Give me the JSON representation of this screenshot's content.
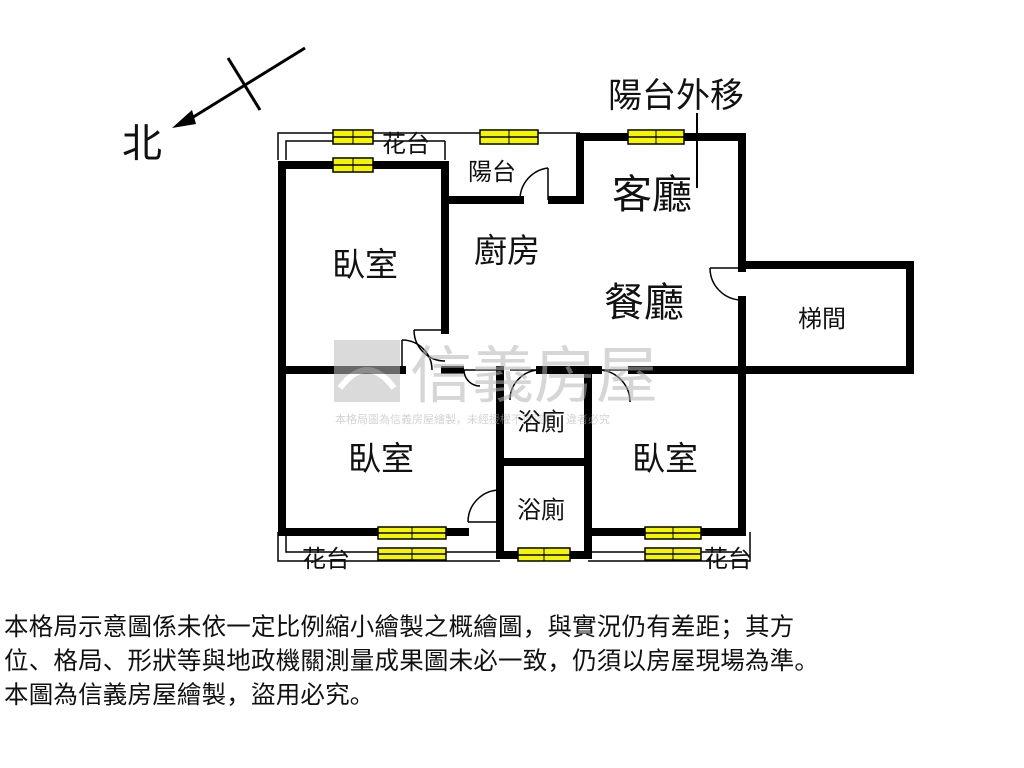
{
  "compass": {
    "label": "北"
  },
  "annotation": {
    "balcony_moved": "陽台外移"
  },
  "rooms": {
    "balcony": "陽台",
    "living": "客廳",
    "kitchen": "廚房",
    "dining": "餐廳",
    "bedroom_nw": "臥室",
    "bedroom_sw": "臥室",
    "bedroom_se": "臥室",
    "bath_upper": "浴廁",
    "bath_lower": "浴廁",
    "stairwell": "梯間"
  },
  "planters": {
    "top": "花台",
    "bottom_left": "花台",
    "bottom_right": "花台"
  },
  "watermark": {
    "brand": "信義房屋",
    "note": "本格局圖為信義房屋繪製，未經授權不得盜用，違者必究"
  },
  "disclaimer": {
    "line1": "本格局示意圖係未依一定比例縮小繪製之概繪圖，與實況仍有差距；其方",
    "line2": "位、格局、形狀等與地政機關測量成果圖未必一致，仍須以房屋現場為準。",
    "line3": "本圖為信義房屋繪製，盜用必究。"
  },
  "colors": {
    "wall": "#000000",
    "window_fill": "#f5f500",
    "watermark": "#c8c8c8",
    "background": "#ffffff"
  }
}
